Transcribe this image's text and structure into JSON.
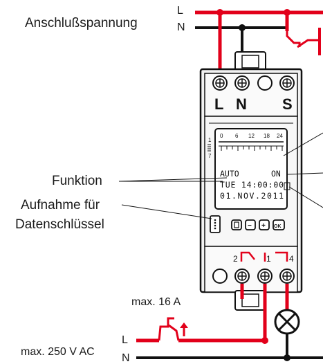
{
  "labels": {
    "supply_voltage": "Anschlußspannung",
    "supply_L": "L",
    "supply_N": "N",
    "function": "Funktion",
    "key_slot_line1": "Aufnahme für",
    "key_slot_line2": "Datenschlüssel",
    "max_current": "max. 16 A",
    "max_voltage": "max. 250 V AC",
    "load_L": "L",
    "load_N": "N"
  },
  "terminals_top": [
    "L",
    "N",
    "S"
  ],
  "terminals_bottom": [
    "2",
    "1",
    "4"
  ],
  "display": {
    "scale": [
      "0",
      "6",
      "12",
      "18",
      "24"
    ],
    "days": [
      "1",
      "7"
    ],
    "line1_left": "AUTO",
    "line1_right": "ON",
    "line2": "TUE 14:00:00",
    "line3": "01.NOV.2011"
  },
  "buttons": [
    "",
    "−",
    "+",
    "OK"
  ],
  "colors": {
    "wire_red": "#e2001a",
    "wire_black": "#111111",
    "housing": "#f2f2f2",
    "outline": "#111111"
  }
}
